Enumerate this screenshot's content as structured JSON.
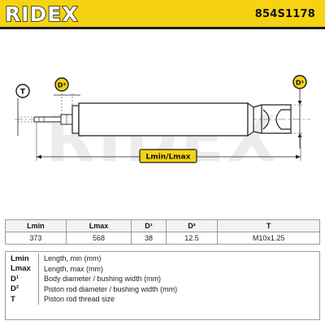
{
  "header": {
    "brand": "RIDEX",
    "part_number": "854S1178",
    "accent_color": "#f5d312"
  },
  "drawing": {
    "labels": {
      "thread": "T",
      "rod_diameter": "D²",
      "body_diameter": "D¹",
      "length": "Lmin/Lmax"
    },
    "watermark": "RIDEX"
  },
  "specs": {
    "headers": [
      "Lmin",
      "Lmax",
      "D¹",
      "D²",
      "T"
    ],
    "values": [
      "373",
      "568",
      "38",
      "12.5",
      "M10x1.25"
    ]
  },
  "legend": [
    {
      "key": "Lmin",
      "desc": "Length, min (mm)"
    },
    {
      "key": "Lmax",
      "desc": "Length, max (mm)"
    },
    {
      "key": "D¹",
      "desc": "Body diameter / bushing width (mm)"
    },
    {
      "key": "D²",
      "desc": "Piston rod diameter / bushing width (mm)"
    },
    {
      "key": "T",
      "desc": "Piston rod thread size"
    }
  ]
}
